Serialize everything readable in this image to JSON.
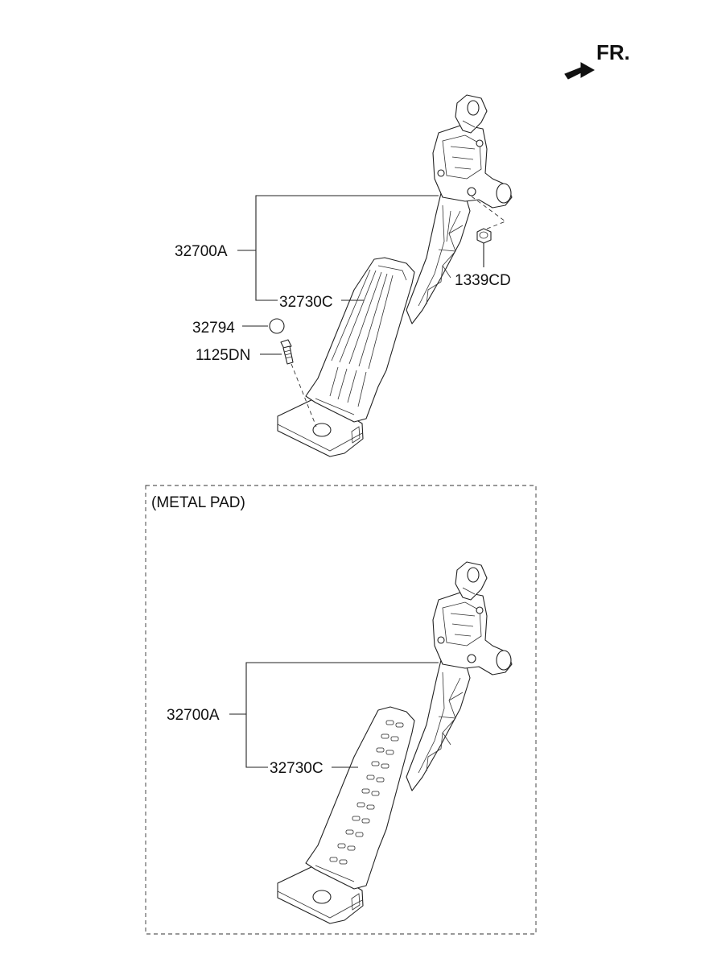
{
  "orientation": {
    "label": "FR.",
    "icon": "front-arrow-icon"
  },
  "top_assembly": {
    "labels": {
      "pedal_assembly": "32700A",
      "pad": "32730C",
      "stopper": "32794",
      "bolt": "1125DN",
      "nut": "1339CD"
    }
  },
  "metal_pad_box": {
    "title": "(METAL PAD)",
    "labels": {
      "pedal_assembly": "32700A",
      "pad": "32730C"
    }
  }
}
